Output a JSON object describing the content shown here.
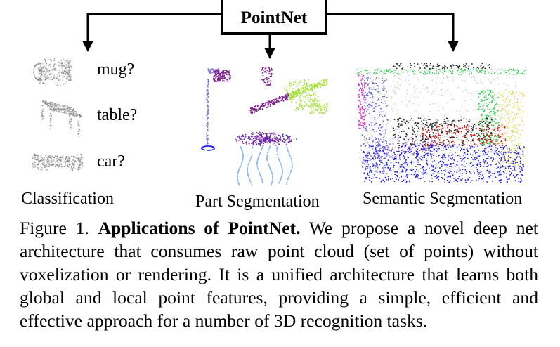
{
  "diagram": {
    "title": "PointNet",
    "class_labels": [
      "mug?",
      "table?",
      "car?"
    ],
    "panel_titles": {
      "classification": "Classification",
      "part": "Part Segmentation",
      "semantic": "Semantic Segmentation"
    }
  },
  "caption": {
    "prefix": "Figure 1.",
    "bold": "Applications of PointNet.",
    "text": "We propose a novel deep net architecture that consumes raw point cloud (set of points) without voxelization or rendering. It is a unified architecture that learns both global and local point features, providing a simple, efficient and effective approach for a number of 3D recognition tasks."
  },
  "colors": {
    "gray_points": "#9a9a9a",
    "purple": "#7a1f8a",
    "lime": "#a8e040",
    "blue": "#1a1ae0",
    "light_blue": "#8ab8f0",
    "red": "#e01010",
    "green": "#30d050",
    "yellow": "#e8e050",
    "gray_light": "#cfcfcf",
    "pink": "#d040c0"
  }
}
